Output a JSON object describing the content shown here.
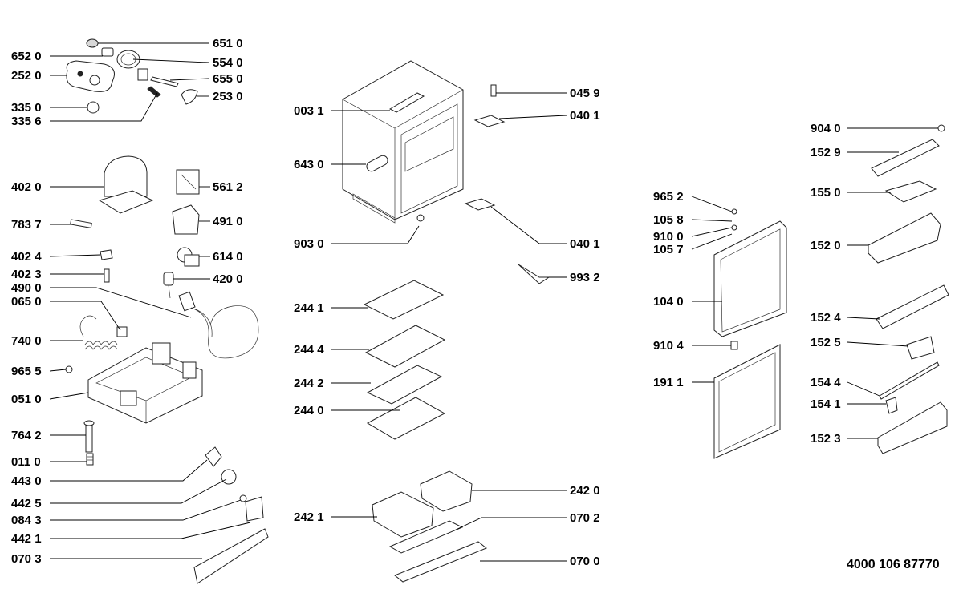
{
  "document_number": "4000 106 87770",
  "part_numbers": [
    "651 0",
    "652 0",
    "554 0",
    "252 0",
    "655 0",
    "253 0",
    "335 0",
    "335 6",
    "402 0",
    "561 2",
    "491 0",
    "783 7",
    "402 4",
    "614 0",
    "402 3",
    "420 0",
    "490 0",
    "065 0",
    "740 0",
    "965 5",
    "051 0",
    "764 2",
    "011 0",
    "443 0",
    "442 5",
    "084 3",
    "442 1",
    "070 3",
    "003 1",
    "643 0",
    "903 0",
    "244 1",
    "244 4",
    "244 2",
    "244 0",
    "242 1",
    "242 0",
    "070 2",
    "070 0",
    "045 9",
    "040 1",
    "040 1",
    "993 2",
    "965 2",
    "105 8",
    "910 0",
    "105 7",
    "104 0",
    "910 4",
    "191 1",
    "904 0",
    "152 9",
    "155 0",
    "152 0",
    "152 4",
    "152 5",
    "154 4",
    "154 1",
    "152 3"
  ]
}
